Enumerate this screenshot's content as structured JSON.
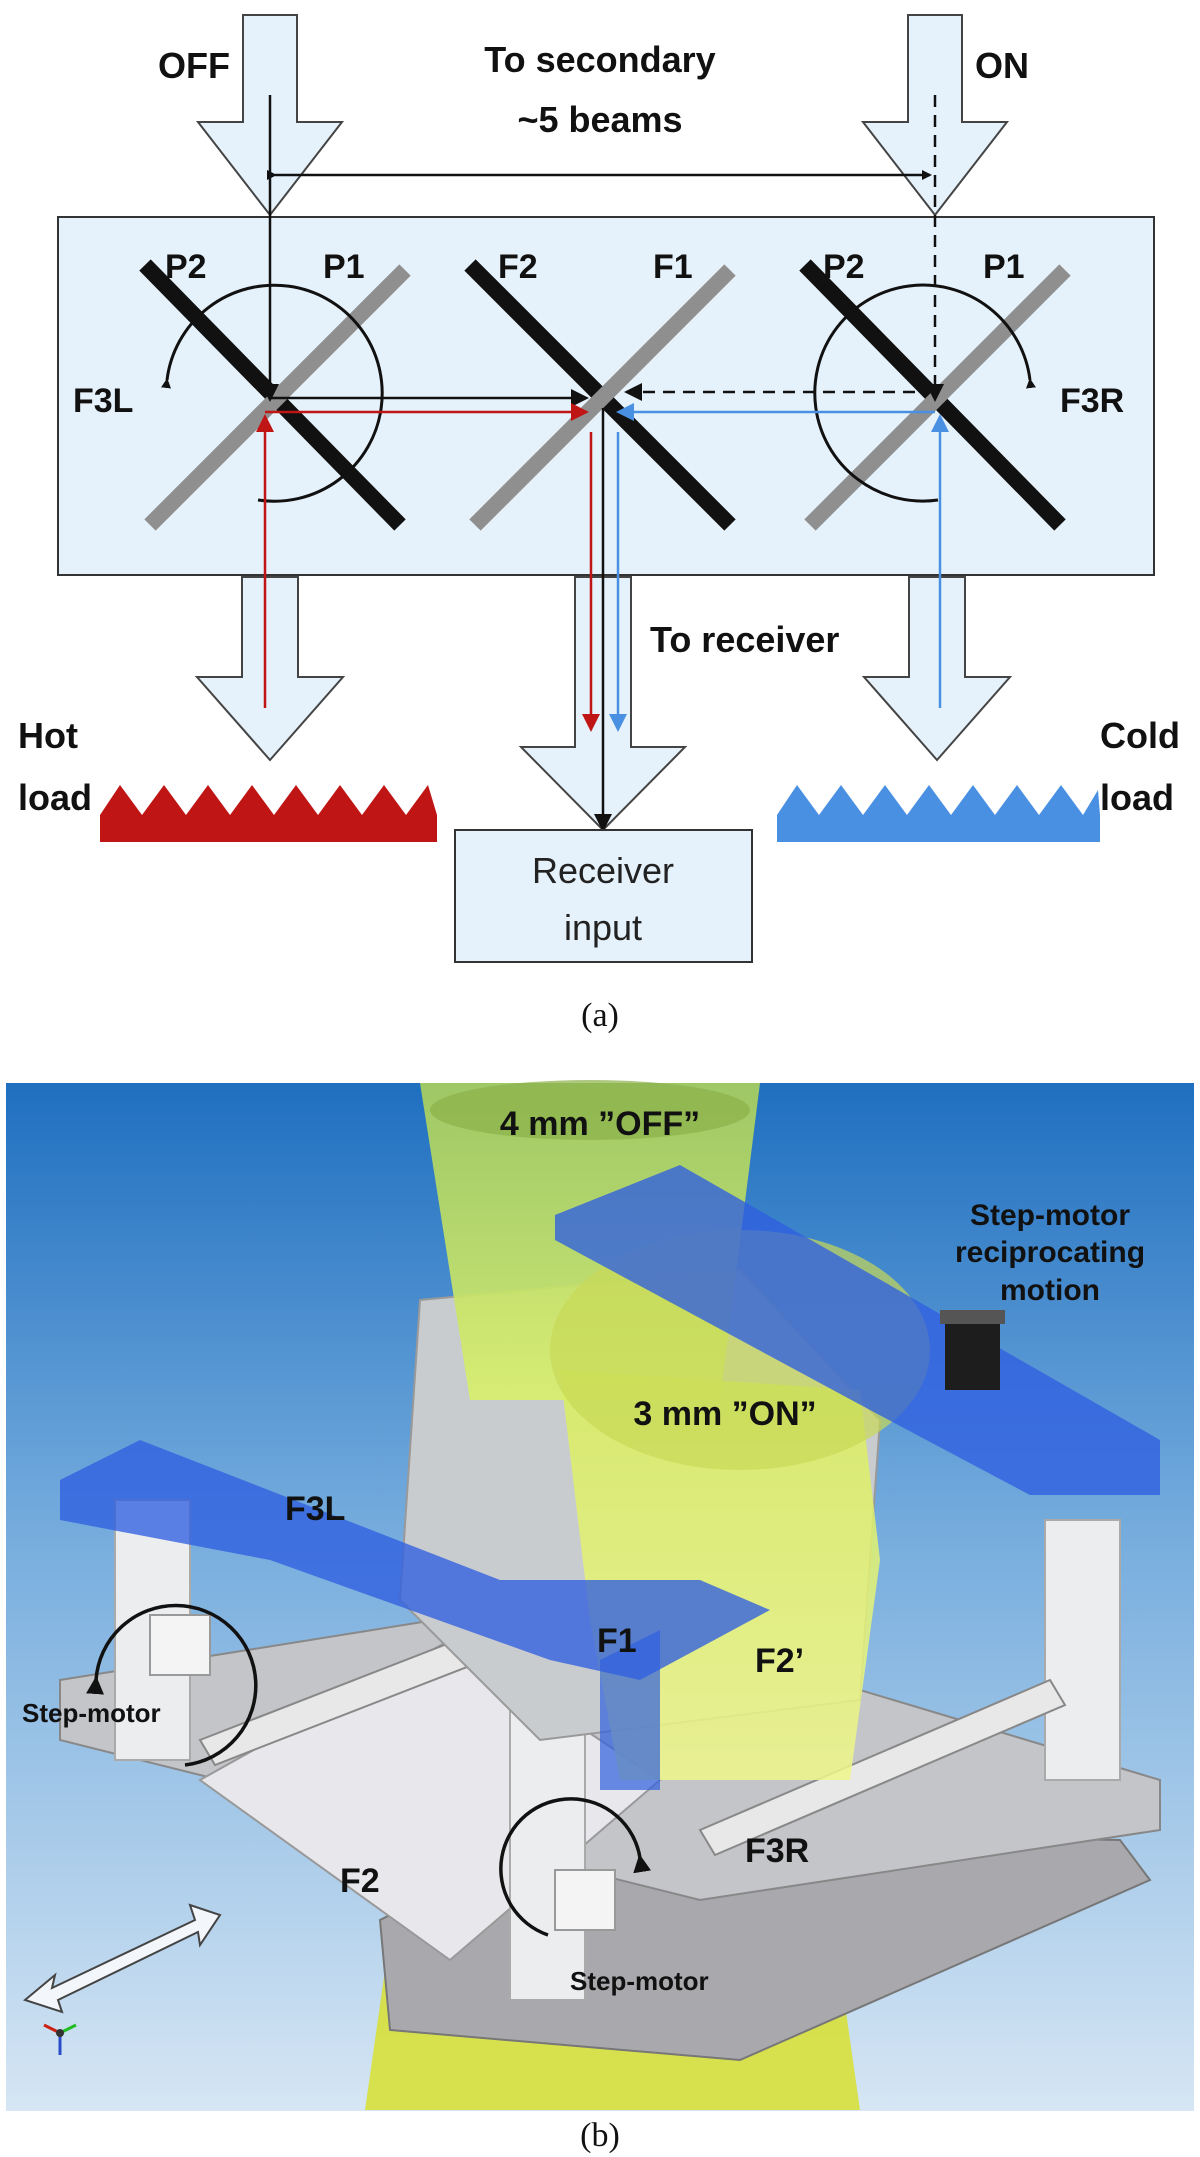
{
  "diagram_a": {
    "caption": "(a)",
    "off_label": "OFF",
    "on_label": "ON",
    "secondary_line1": "To secondary",
    "secondary_line2": "~5 beams",
    "mirrors": {
      "left_p2": "P2",
      "left_p1": "P1",
      "center_f2": "F2",
      "center_f1": "F1",
      "right_p2": "P2",
      "right_p1": "P1"
    },
    "f3l_label": "F3L",
    "f3r_label": "F3R",
    "to_receiver": "To receiver",
    "hot_load_line1": "Hot",
    "hot_load_line2": "load",
    "cold_load_line1": "Cold",
    "cold_load_line2": "load",
    "receiver_line1": "Receiver",
    "receiver_line2": "input",
    "colors": {
      "box_fill": "#e6f2fb",
      "hot": "#c01515",
      "cold": "#4a90e2",
      "mirror_black": "#111111",
      "mirror_grey": "#8f8f8f"
    }
  },
  "diagram_b": {
    "caption": "(b)",
    "off_beam": "4 mm ”OFF”",
    "on_beam": "3 mm ”ON”",
    "motor_top_line1": "Step-motor",
    "motor_top_line2": "reciprocating",
    "motor_top_line3": "motion",
    "f3l": "F3L",
    "f1": "F1",
    "f2prime": "F2’",
    "f2": "F2",
    "f3r": "F3R",
    "motor_left": "Step-motor",
    "motor_bottom": "Step-motor"
  }
}
